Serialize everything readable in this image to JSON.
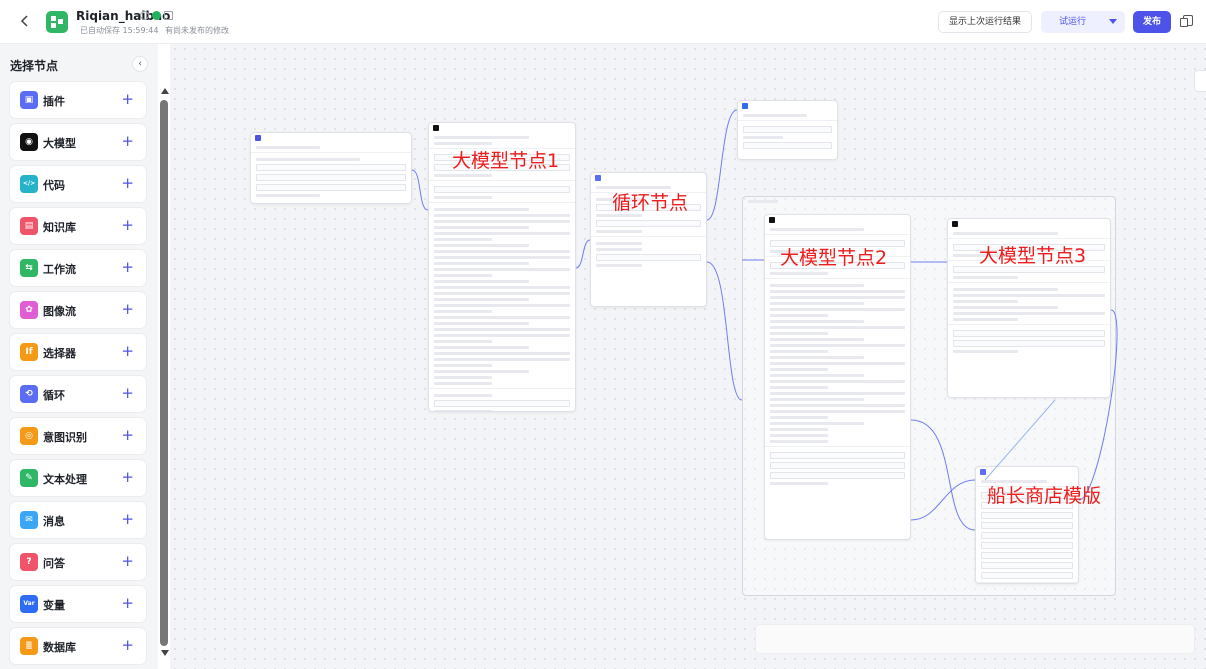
{
  "app": {
    "title": "Riqian_haibao",
    "save_status": "已自动保存 15:59:44",
    "publish_status": "有尚未发布的修改"
  },
  "toolbar": {
    "last_run_label": "显示上次运行结果",
    "try_run_label": "试运行",
    "publish_label": "发布"
  },
  "sidebar": {
    "title": "选择节点",
    "items": [
      {
        "label": "插件",
        "icon": "plugin-icon",
        "color": "#5b6cf5"
      },
      {
        "label": "大模型",
        "icon": "llm-icon",
        "color": "#111111"
      },
      {
        "label": "代码",
        "icon": "code-icon",
        "color": "#26b3c9"
      },
      {
        "label": "知识库",
        "icon": "knowledge-icon",
        "color": "#f0546b"
      },
      {
        "label": "工作流",
        "icon": "workflow-icon",
        "color": "#2fb765"
      },
      {
        "label": "图像流",
        "icon": "imageflow-icon",
        "color": "#e05dd6"
      },
      {
        "label": "选择器",
        "icon": "selector-icon",
        "color": "#f59a16"
      },
      {
        "label": "循环",
        "icon": "loop-icon",
        "color": "#5b6cf5"
      },
      {
        "label": "意图识别",
        "icon": "intent-icon",
        "color": "#f59a16"
      },
      {
        "label": "文本处理",
        "icon": "text-icon",
        "color": "#2fb765"
      },
      {
        "label": "消息",
        "icon": "message-icon",
        "color": "#3ba6f5"
      },
      {
        "label": "问答",
        "icon": "qa-icon",
        "color": "#f0546b"
      },
      {
        "label": "变量",
        "icon": "variable-icon",
        "color": "#2f6cf5"
      },
      {
        "label": "数据库",
        "icon": "database-icon",
        "color": "#f59a16"
      }
    ]
  },
  "annotations": {
    "llm1": "大模型节点1",
    "loop": "循环节点",
    "llm2": "大模型节点2",
    "llm3": "大模型节点3",
    "template": "船长商店模版"
  }
}
